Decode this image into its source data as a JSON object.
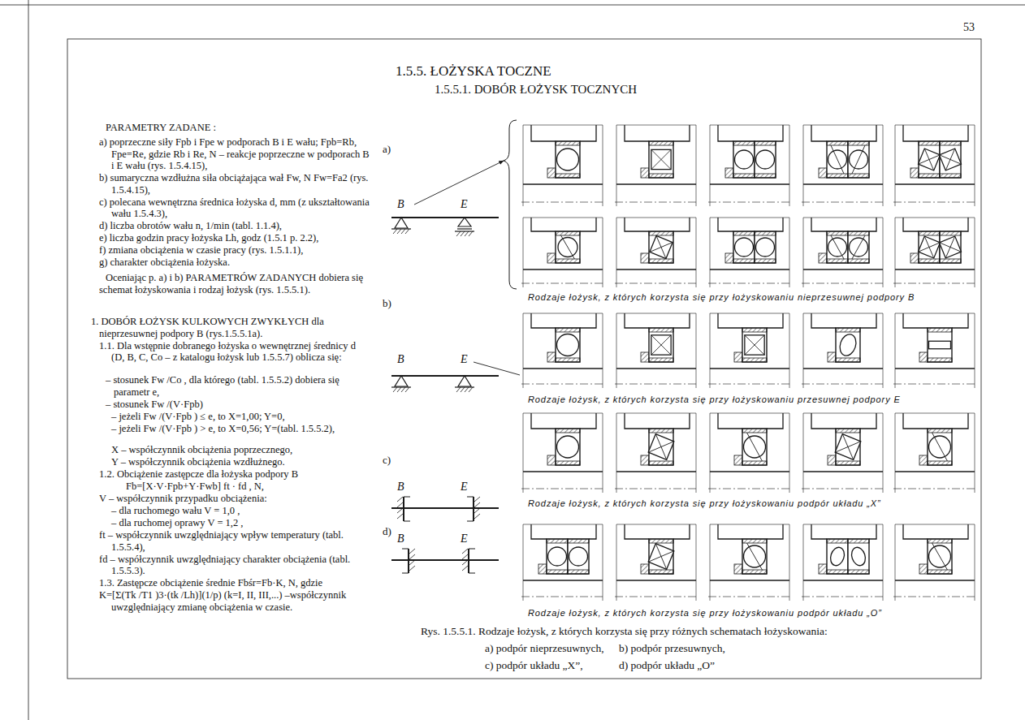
{
  "diagram": {
    "title": "1.5.5. ŁOŻYSKA TOCZNE",
    "caption": "Rys. 1.5.5.1. Rodzaje łożysk, z których korzysta się przy różnych schematach łożyskowania:",
    "labels": [
      "53",
      "1.5.5.1. DOBÓR ŁOŻYSK TOCZNYCH",
      "PARAMETRY ZADANE :",
      "a) poprzeczne siły Fpb i Fpe w podporach B i E wału; Fpb=Rb, Fpe=Re, gdzie Rb i Re, N – reakcje poprzeczne w podporach B i E wału (rys. 1.5.4.15),",
      "b) sumaryczna wzdłużna siła obciążająca wał Fw, N Fw=Fa2 (rys. 1.5.4.15),",
      "c) polecana wewnętrzna średnica łożyska d, mm (z ukształtowania wału 1.5.4.3),",
      "d) liczba obrotów wału n, 1/min (tabl. 1.1.4),",
      "e) liczba godzin pracy łożyska Lh, godz (1.5.1 p. 2.2),",
      "f) zmiana obciążenia w czasie pracy (rys. 1.5.1.1),",
      "g) charakter obciążenia łożyska.",
      "Oceniając p. a) i b) PARAMETRÓW ZADANYCH dobiera się schemat łożyskowania i rodzaj łożysk (rys. 1.5.5.1).",
      "1. DOBÓR ŁOŻYSK KULKOWYCH ZWYKŁYCH dla nieprzesuwnej podpory B (rys.1.5.5.1a).",
      "1.1. Dla wstępnie dobranego łożyska o wewnętrznej średnicy d (D, B, C, Co – z katalogu łożysk lub 1.5.5.7) oblicza się:",
      "– stosunek Fw /Co , dla którego (tabl. 1.5.5.2) dobiera się parametr e,",
      "– stosunek Fw /(V·Fpb)",
      "– jeżeli Fw /(V·Fpb ) ≤ e, to X=1,00; Y=0,",
      "– jeżeli Fw /(V·Fpb ) > e, to X=0,56; Y=(tabl. 1.5.5.2),",
      "X – współczynnik obciążenia poprzecznego,",
      "Y – współczynnik obciążenia wzdłużnego.",
      "1.2. Obciążenie zastępcze dla łożyska podpory B",
      "Fb=[X·V·Fpb+Y·Fwb] ft · fd ,   N,",
      "V – współczynnik przypadku obciążenia:",
      "– dla ruchomego wału V = 1,0 ,",
      "– dla ruchomej oprawy V = 1,2 ,",
      "ft – współczynnik uwzględniający wpływ temperatury (tabl. 1.5.5.4),",
      "fd – współczynnik uwzględniający charakter obciążenia (tabl. 1.5.5.3).",
      "1.3. Zastępcze obciążenie średnie Fbśr=Fb·K, N, gdzie",
      "K=[Σ(Tk /T1 )3·(tk /Lh)](1/p) (k=I, II, III,...) –współczynnik uwzględniający zmianę obciążenia w czasie.",
      "a)",
      "B",
      "E",
      "b)",
      "B",
      "E",
      "c)",
      "B",
      "E",
      "d)",
      "B",
      "E",
      "Rodzaje łożysk, z których korzysta się przy łożyskowaniu nieprzesuwnej podpory B",
      "Rodzaje łożysk, z których korzysta się przy łożyskowaniu przesuwnej podpory E",
      "Rodzaje łożysk, z których korzysta się przy łożyskowaniu podpór układu „X”",
      "Rodzaje łożysk, z których korzysta się przy łożyskowaniu podpór układu „O”",
      "a) podpór nieprzesuwnych,",
      "b) podpór przesuwnych,",
      "c) podpór układu „X”,",
      "d) podpór układu „O”"
    ]
  }
}
